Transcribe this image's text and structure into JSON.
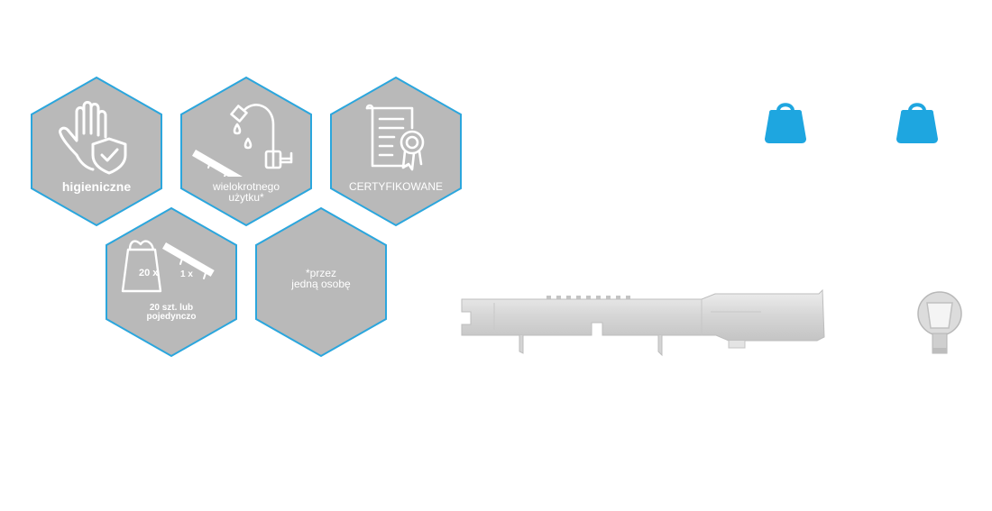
{
  "badges": {
    "hygienic": {
      "label": "higieniczne",
      "icon": "hand-shield-icon"
    },
    "reusable": {
      "label": "wielokrotnego użytku*",
      "line1": "wielokrotnego",
      "line2": "użytku*",
      "icon": "faucet-rod-icon"
    },
    "certified": {
      "label": "CERTYFIKOWANE",
      "icon": "certificate-icon"
    },
    "pack": {
      "bag_count": "20 x",
      "rod_count": "1 x",
      "line1": "20 szt. lub",
      "line2": "pojedynczo",
      "icon": "bag-and-rod-icon"
    },
    "footnote": {
      "line1": "*przez",
      "line2": "jedną osobę"
    }
  },
  "colors": {
    "hex_fill": "#b9b9b9",
    "hex_border": "#2ba6dd",
    "weight_icon": "#1ea6e0",
    "product_gray": "#d8d8d8"
  },
  "weights": [
    "weight-icon",
    "weight-icon"
  ]
}
